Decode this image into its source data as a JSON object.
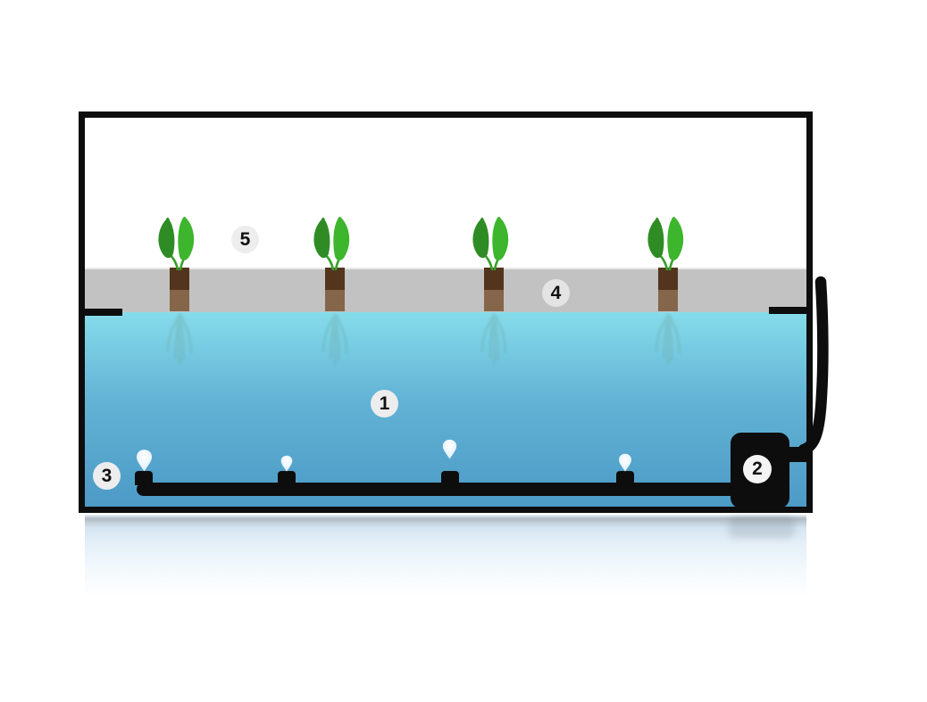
{
  "callouts": {
    "water": "1",
    "pump": "2",
    "air_line": "3",
    "raft": "4",
    "plant": "5"
  },
  "counts": {
    "plants": 4,
    "air_stones": 4,
    "bubbles": 4
  },
  "colors": {
    "outline": "#0d0d0d",
    "water_top": "#86dcea",
    "water_mid": "#62b3d5",
    "water_bottom": "#4c9ac6",
    "raft": "#c2c2c2",
    "pot_top": "#53351d",
    "pot_bottom": "#85664a",
    "leaf_back": "#2f8c25",
    "leaf_front": "#3db52c",
    "stem": "#36a028",
    "roots": "#6fb0b4",
    "bubble": "#dcecfa",
    "callout_bg": "#ededed",
    "callout_text": "#111111"
  }
}
